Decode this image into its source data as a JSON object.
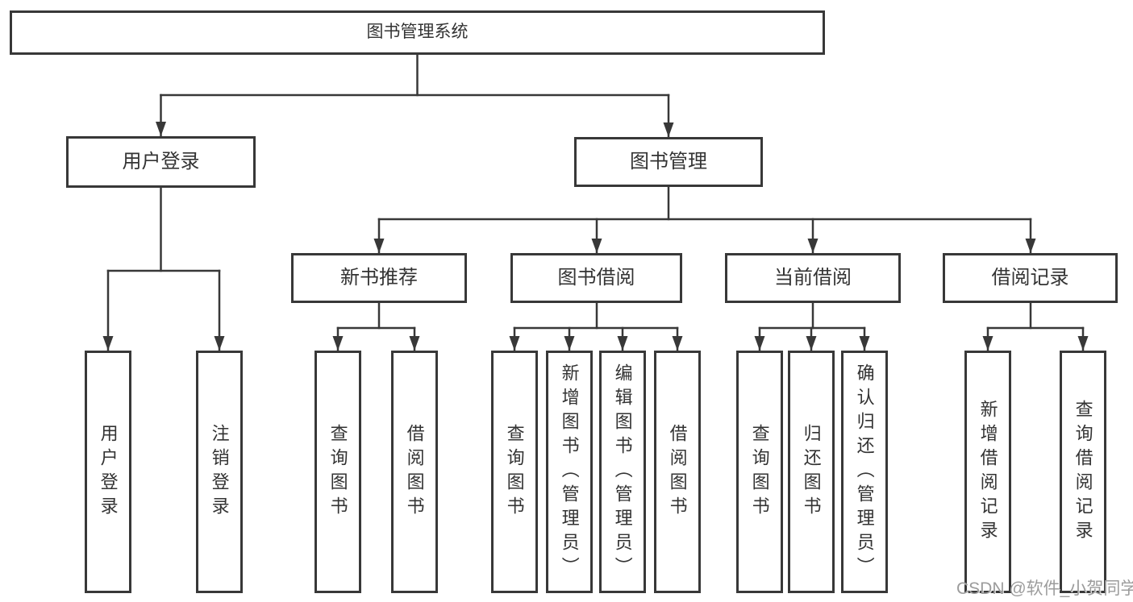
{
  "colors": {
    "line": "#383838",
    "text": "#333333",
    "watermark": "#9c9c9c",
    "background": "#ffffff"
  },
  "tree": {
    "label": "图书管理系统",
    "children": [
      {
        "label": "用户登录",
        "children": [
          {
            "label": "用户登录"
          },
          {
            "label": "注销登录"
          }
        ]
      },
      {
        "label": "图书管理",
        "children": [
          {
            "label": "新书推荐",
            "children": [
              {
                "label": "查询图书"
              },
              {
                "label": "借阅图书"
              }
            ]
          },
          {
            "label": "图书借阅",
            "children": [
              {
                "label": "查询图书"
              },
              {
                "label": "新增图书（管理员）"
              },
              {
                "label": "编辑图书（管理员）"
              },
              {
                "label": "借阅图书"
              }
            ]
          },
          {
            "label": "当前借阅",
            "children": [
              {
                "label": "查询图书"
              },
              {
                "label": "归还图书"
              },
              {
                "label": "确认归还（管理员）"
              }
            ]
          },
          {
            "label": "借阅记录",
            "children": [
              {
                "label": "新增借阅记录"
              },
              {
                "label": "查询借阅记录"
              }
            ]
          }
        ]
      }
    ]
  },
  "watermark": "CSDN @软件_小贺同学"
}
